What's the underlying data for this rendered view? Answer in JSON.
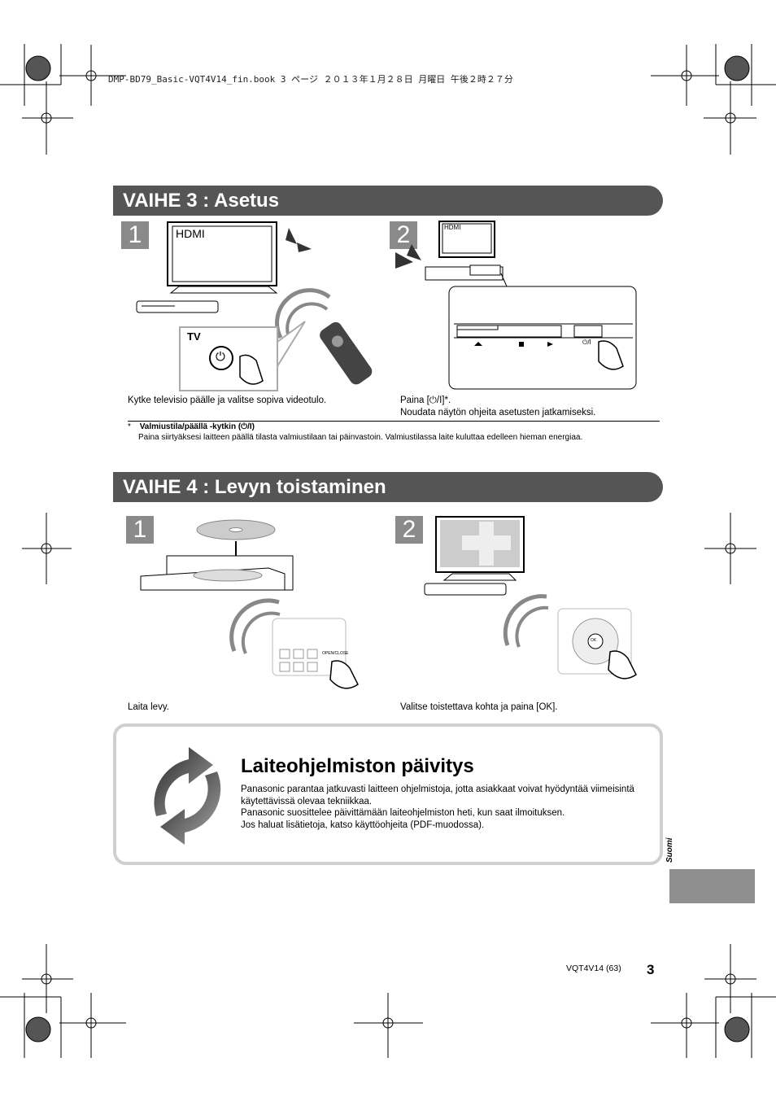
{
  "header": {
    "file_line": "DMP-BD79_Basic-VQT4V14_fin.book  3 ページ  ２０１３年１月２８日  月曜日  午後２時２７分"
  },
  "step3": {
    "title": "VAIHE 3 : Asetus",
    "num1": "1",
    "num2": "2",
    "tv_label": "HDMI",
    "tv_label_small": "HDMI",
    "remote_btn_label": "TV",
    "power_label": "⏻/I",
    "caption1": "Kytke televisio päälle ja valitse sopiva videotulo.",
    "caption2_line1": "Paina [⏻/I]*.",
    "caption2_line2": "Noudata näytön ohjeita asetusten jatkamiseksi.",
    "note_star": "*",
    "note_title": "Valmiustila/päällä -kytkin (⏻/I)",
    "note_text": "Paina siirtyäksesi laitteen päällä tilasta valmiustilaan tai päinvastoin. Valmiustilassa laite kuluttaa edelleen hieman energiaa."
  },
  "step4": {
    "title": "VAIHE 4 : Levyn toistaminen",
    "num1": "1",
    "num2": "2",
    "open_close_label": "OPEN/CLOSE",
    "ok_label": "OK",
    "caption1": "Laita levy.",
    "caption2": "Valitse toistettava kohta ja paina [OK]."
  },
  "update": {
    "title": "Laiteohjelmiston päivitys",
    "p1": "Panasonic parantaa jatkuvasti laitteen ohjelmistoja, jotta asiakkaat voivat hyödyntää viimeisintä käytettävissä olevaa tekniikkaa.",
    "p2": "Panasonic suosittelee päivittämään laiteohjelmiston heti, kun saat ilmoituksen.",
    "p3": "Jos haluat lisätietoja, katso käyttöohjeita (PDF-muodossa)."
  },
  "side": {
    "language": "Suomi"
  },
  "footer": {
    "code": "VQT4V14   (63)",
    "page": "3"
  },
  "colors": {
    "banner": "#555555",
    "step_num": "#8a8a8a",
    "update_border": "#cfcfcf",
    "lang_tab": "#8f8f8f"
  }
}
